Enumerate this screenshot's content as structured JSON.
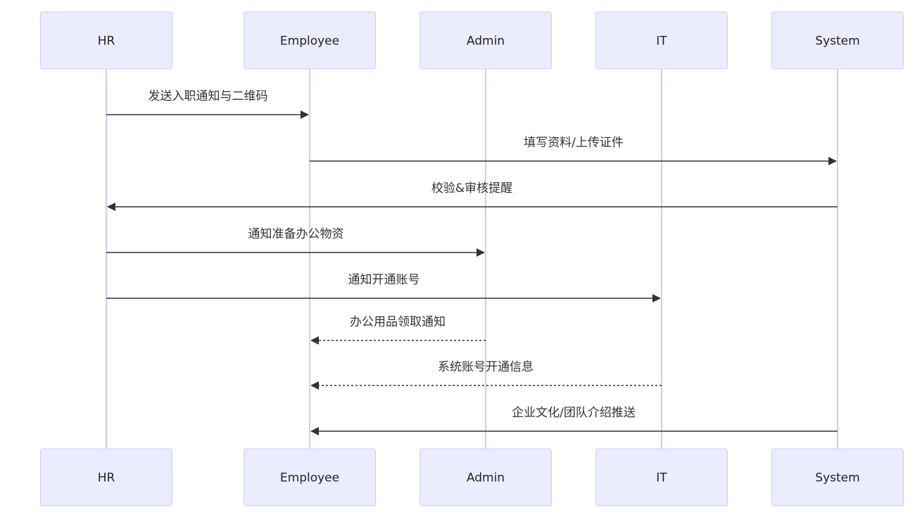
{
  "participants": [
    {
      "id": "HR",
      "label": "HR"
    },
    {
      "id": "Employee",
      "label": "Employee"
    },
    {
      "id": "Admin",
      "label": "Admin"
    },
    {
      "id": "IT",
      "label": "IT"
    },
    {
      "id": "System",
      "label": "System"
    }
  ],
  "messages": [
    {
      "from": "HR",
      "to": "Employee",
      "text": "发送入职通知与二维码",
      "style": "solid"
    },
    {
      "from": "Employee",
      "to": "System",
      "text": "填写资料/上传证件",
      "style": "solid"
    },
    {
      "from": "System",
      "to": "HR",
      "text": "校验&审核提醒",
      "style": "solid"
    },
    {
      "from": "HR",
      "to": "Admin",
      "text": "通知准备办公物资",
      "style": "solid"
    },
    {
      "from": "HR",
      "to": "IT",
      "text": "通知开通账号",
      "style": "solid"
    },
    {
      "from": "Admin",
      "to": "Employee",
      "text": "办公用品领取通知",
      "style": "dashed"
    },
    {
      "from": "IT",
      "to": "Employee",
      "text": "系统账号开通信息",
      "style": "dashed"
    },
    {
      "from": "System",
      "to": "Employee",
      "text": "企业文化/团队介绍推送",
      "style": "solid"
    }
  ],
  "colors": {
    "actor_fill": "#ECECFF",
    "actor_border": "#CCCCFF",
    "lifeline": "#CCCCFF",
    "arrow": "#333333"
  }
}
